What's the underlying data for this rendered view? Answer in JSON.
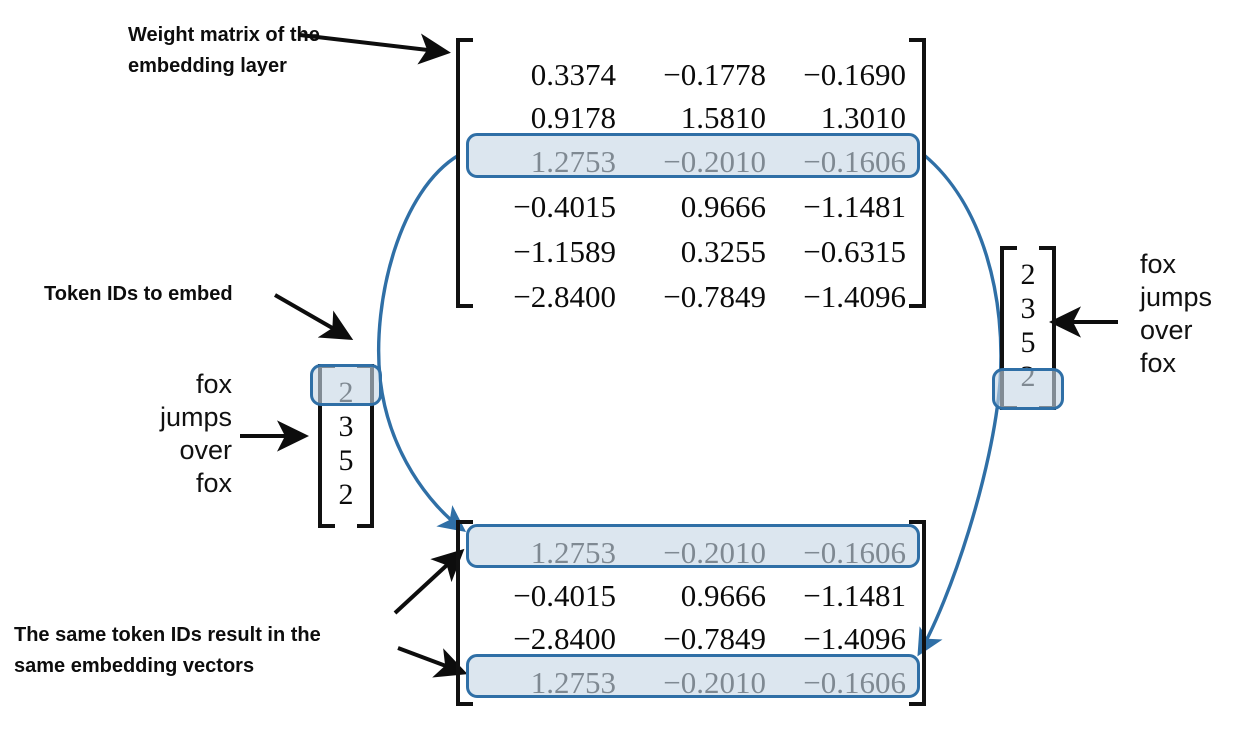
{
  "annotations": {
    "weight_matrix_label": "Weight matrix of the\nembedding layer",
    "token_ids_label": "Token IDs to embed",
    "same_ids_label": "The same token IDs result in the\nsame embedding vectors"
  },
  "tokens": {
    "left_words": [
      "fox",
      "jumps",
      "over",
      "fox"
    ],
    "right_words": [
      "fox",
      "jumps",
      "over",
      "fox"
    ],
    "left_ids": [
      "2",
      "3",
      "5",
      "2"
    ],
    "right_ids": [
      "2",
      "3",
      "5",
      "2"
    ],
    "left_highlight_index": 0,
    "right_highlight_index": 3
  },
  "weight_matrix": {
    "rows": [
      [
        "0.3374",
        "−0.1778",
        "−0.1690"
      ],
      [
        "0.9178",
        "1.5810",
        "1.3010"
      ],
      [
        "1.2753",
        "−0.2010",
        "−0.1606"
      ],
      [
        "−0.4015",
        "0.9666",
        "−1.1481"
      ],
      [
        "−1.1589",
        "0.3255",
        "−0.6315"
      ],
      [
        "−2.8400",
        "−0.7849",
        "−1.4096"
      ]
    ],
    "highlight_row_index": 2
  },
  "output_matrix": {
    "rows": [
      [
        "1.2753",
        "−0.2010",
        "−0.1606"
      ],
      [
        "−0.4015",
        "0.9666",
        "−1.1481"
      ],
      [
        "−2.8400",
        "−0.7849",
        "−1.4096"
      ],
      [
        "1.2753",
        "−0.2010",
        "−0.1606"
      ]
    ],
    "highlight_row_indices": [
      0,
      3
    ]
  },
  "colors": {
    "highlight_border": "#2f6fa6",
    "highlight_fill": "#c7d6e5",
    "curve": "#2f6fa6",
    "arrow": "#0d0d0d",
    "text": "#111111"
  }
}
